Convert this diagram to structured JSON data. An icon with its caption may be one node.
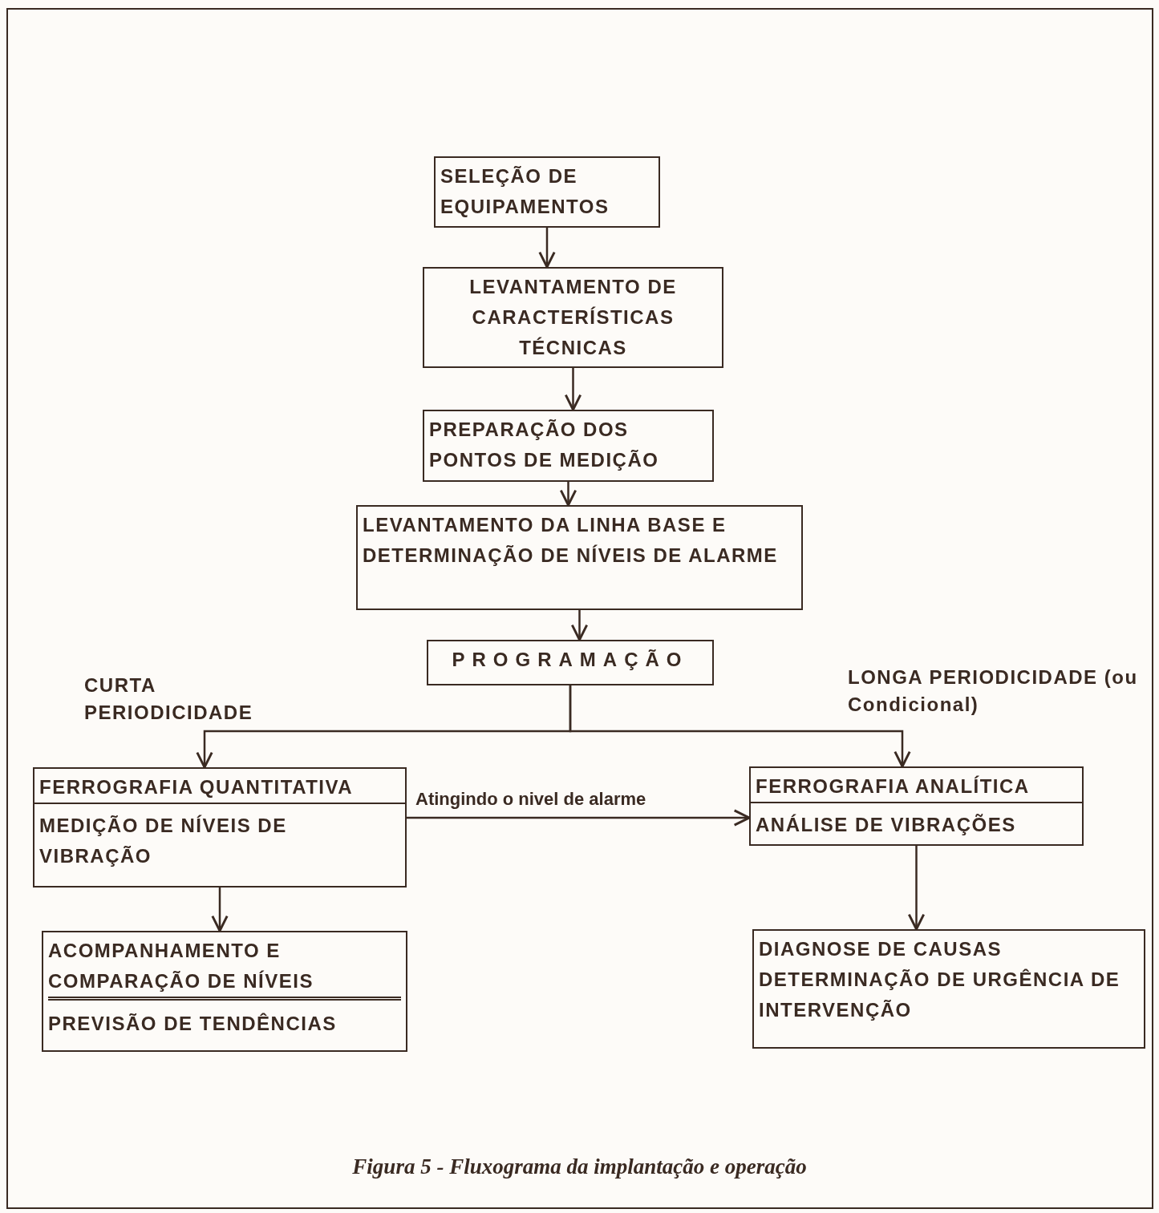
{
  "diagram": {
    "caption": "Figura 5 - Fluxograma da implantação e operação",
    "nodes": [
      {
        "text": [
          "SELEÇÃO DE EQUIPAMENTOS"
        ]
      },
      {
        "text": [
          "LEVANTAMENTO DE CARACTERÍSTICAS TÉCNICAS"
        ]
      },
      {
        "text": [
          "PREPARAÇÃO DOS PONTOS DE MEDIÇÃO"
        ]
      },
      {
        "text": [
          "LEVANTAMENTO DA LINHA BASE E DETERMINAÇÃO DE NÍVEIS DE ALARME"
        ]
      },
      {
        "text": [
          "PROGRAMAÇÃO"
        ]
      },
      {
        "text": [
          "FERROGRAFIA QUANTITATIVA",
          "MEDIÇÃO DE NÍVEIS DE VIBRAÇÃO"
        ]
      },
      {
        "text": [
          "FERROGRAFIA ANALÍTICA",
          "ANÁLISE DE VIBRAÇÕES"
        ]
      },
      {
        "text": [
          "ACOMPANHAMENTO E COMPARAÇÃO DE NÍVEIS",
          "PREVISÃO DE TENDÊNCIAS"
        ]
      },
      {
        "text": [
          "DIAGNOSE DE CAUSAS",
          "DETERMINAÇÃO DE URGÊNCIA DE INTERVENÇÃO"
        ]
      }
    ],
    "edges": [
      {
        "from": 0,
        "to": 1,
        "arrow": "to"
      },
      {
        "from": 1,
        "to": 2,
        "arrow": "to"
      },
      {
        "from": 2,
        "to": 3,
        "arrow": "to"
      },
      {
        "from": 3,
        "to": 4,
        "arrow": "to"
      },
      {
        "from": 4,
        "to": 5,
        "arrow": "to",
        "label": "CURTA PERIODICIDADE"
      },
      {
        "from": 4,
        "to": 6,
        "arrow": "to",
        "label": "LONGA PERIODICIDADE (ou Condicional)"
      },
      {
        "from": 5,
        "to": 6,
        "arrow": "to",
        "label": "Atingindo o nivel de alarme"
      },
      {
        "from": 5,
        "to": 7,
        "arrow": "to"
      },
      {
        "from": 6,
        "to": 8,
        "arrow": "to"
      }
    ]
  }
}
